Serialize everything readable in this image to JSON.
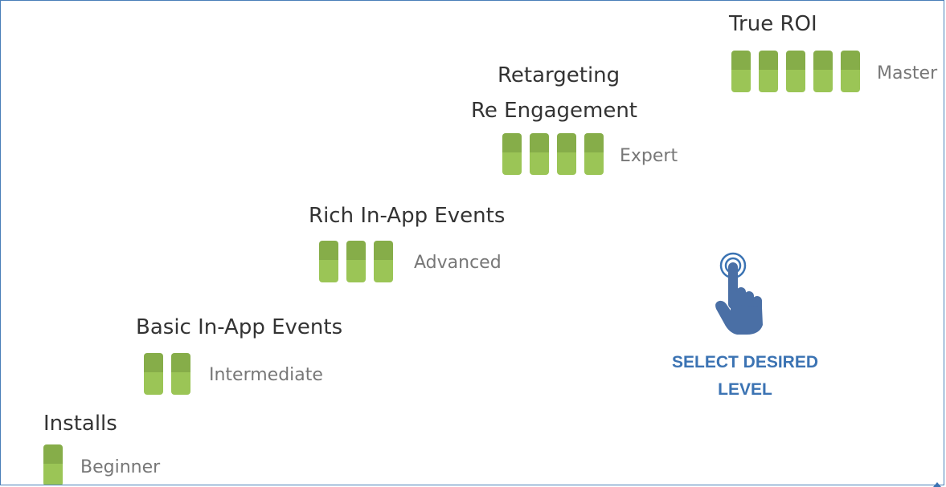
{
  "levels": [
    {
      "title": "Installs",
      "label": "Beginner",
      "bars": 1
    },
    {
      "title": "Basic In-App Events",
      "label": "Intermediate",
      "bars": 2
    },
    {
      "title": "Rich In-App Events",
      "label": "Advanced",
      "bars": 3
    },
    {
      "title": "Retargeting",
      "title_line2": "Re Engagement",
      "label": "Expert",
      "bars": 4
    },
    {
      "title": "True ROI",
      "label": "Master",
      "bars": 5
    }
  ],
  "cta": {
    "line1": "SELECT DESIRED",
    "line2": "LEVEL",
    "icon": "tap-hand-icon"
  },
  "colors": {
    "bar_top": "#86ad49",
    "bar_bottom": "#9bc556",
    "cta_blue": "#3b73b3",
    "title_text": "#333333",
    "label_text": "#777777"
  }
}
